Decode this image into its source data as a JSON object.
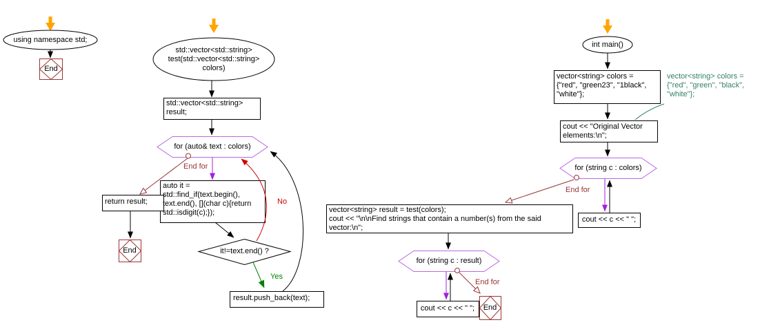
{
  "colors": {
    "background": "#ffffff",
    "node_border": "#000000",
    "hexagon_border": "#bb66e0",
    "loop_arrow": "#a020e0",
    "end_box": "#993333",
    "no_edge": "#cc0000",
    "yes_edge": "#008000",
    "start_arrow": "#ffa500",
    "annotation": "#338066"
  },
  "flow_a": {
    "start": "using namespace std;",
    "end": "End"
  },
  "flow_b": {
    "func": "std::vector<std::string>\ntest(std::vector<std::string>\ncolors)",
    "declare": "std::vector<std::string>\nresult;",
    "loop": "for (auto& text : colors)",
    "end_for": "End for",
    "find": "auto it =\nstd::find_if(text.begin(),\ntext.end(), [](char c){return\nstd::isdigit(c);});",
    "ret": "return result;",
    "end": "End",
    "cond": "it!=text.end() ?",
    "no": "No",
    "yes": "Yes",
    "push": "result.push_back(text);"
  },
  "flow_c": {
    "main": "int main()",
    "declare": "vector<string> colors =\n{\"red\", \"green23\", \"1black\",\n\"white\"};",
    "annotation": "vector<string> colors =\n{\"red\", \"green\", \"black\",\n\"white\"};",
    "cout_header": "cout << \"Original Vector\nelements:\\n\";",
    "loop_colors": "for (string c : colors)",
    "end_for_1": "End for",
    "cout_c_1": "cout << c << \" \";",
    "call_test": "vector<string> result = test(colors);\ncout << \"\\n\\nFind strings that contain a number(s) from the said\nvector:\\n\";",
    "loop_result": "for (string c : result)",
    "end_for_2": "End for",
    "cout_c_2": "cout << c << \" \";",
    "end": "End"
  }
}
